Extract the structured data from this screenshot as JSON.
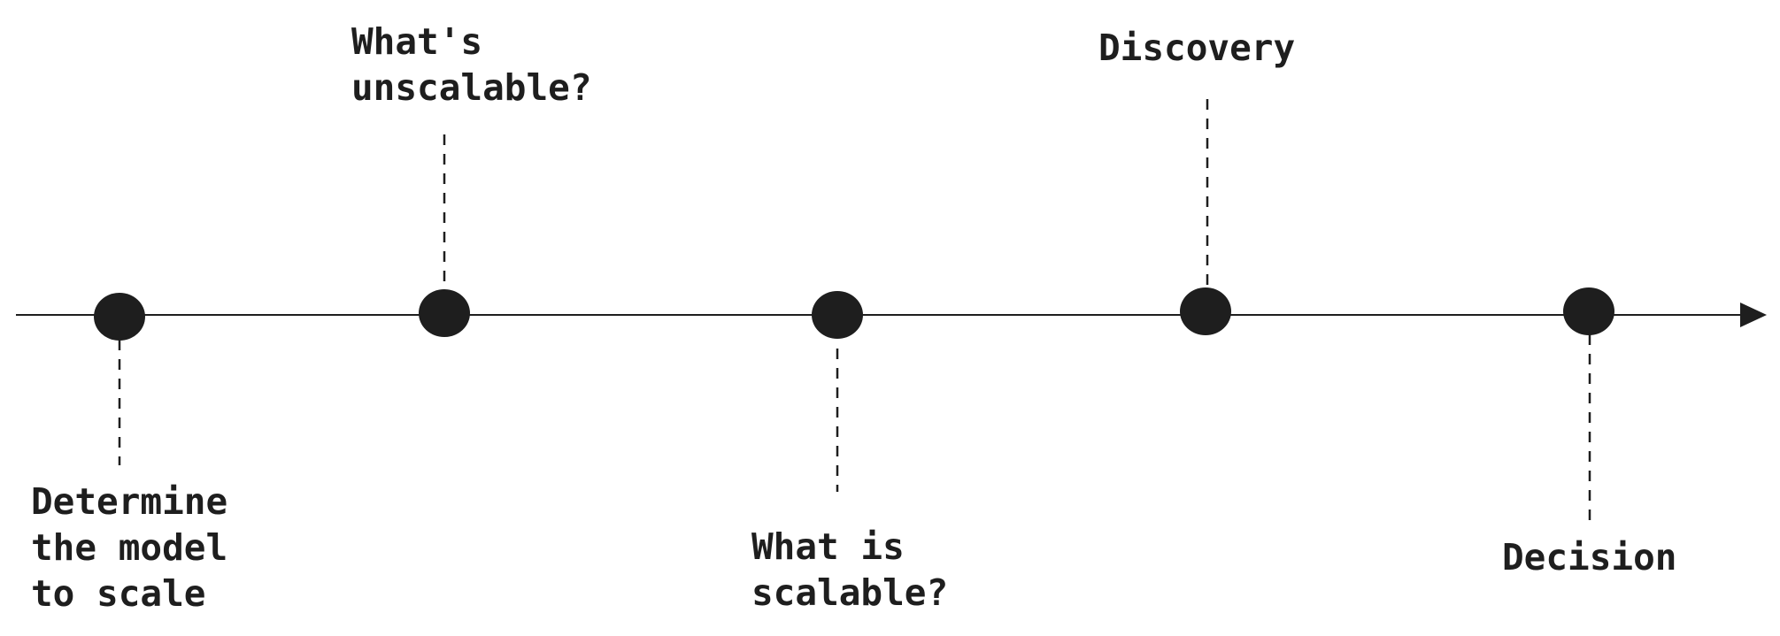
{
  "colors": {
    "background": "#ffffff",
    "ink": "#1e1e1e"
  },
  "timeline": {
    "milestones": [
      {
        "id": "determine",
        "lines": [
          "Determine",
          "the model",
          "to scale"
        ]
      },
      {
        "id": "unscalable",
        "lines": [
          "What's",
          "unscalable?"
        ]
      },
      {
        "id": "scalable",
        "lines": [
          "What is",
          "scalable?"
        ]
      },
      {
        "id": "discovery",
        "lines": [
          "Discovery"
        ]
      },
      {
        "id": "decision",
        "lines": [
          "Decision"
        ]
      }
    ]
  }
}
